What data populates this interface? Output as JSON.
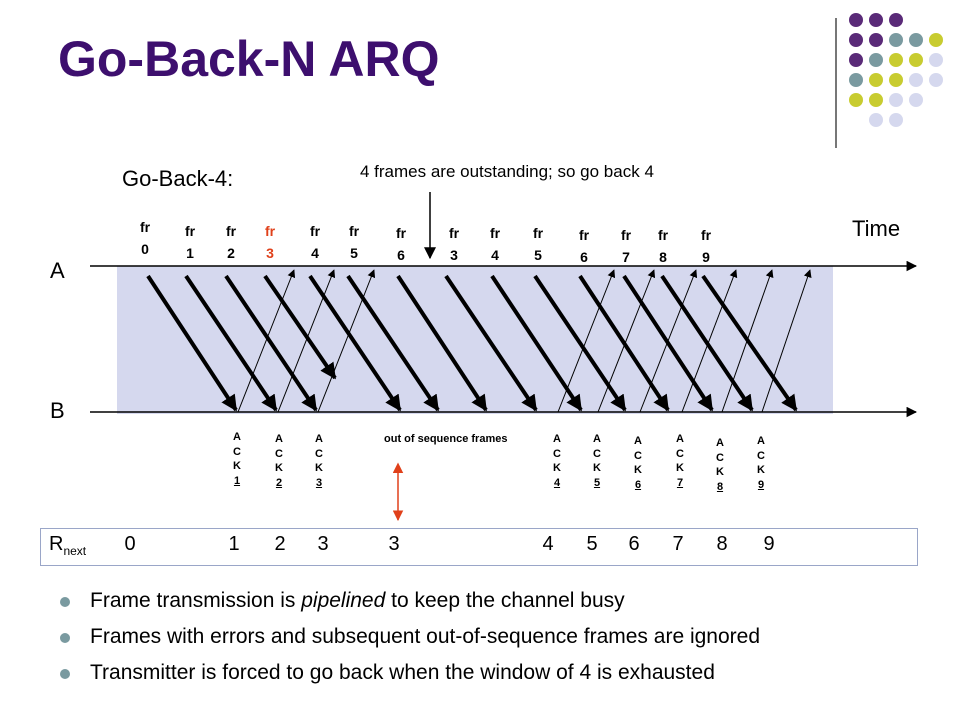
{
  "title": "Go-Back-N ARQ",
  "subtitle": "Go-Back-4:",
  "note": "4 frames are outstanding; so go back 4",
  "time_label": "Time",
  "line_a_label": "A",
  "line_b_label": "B",
  "frames": [
    {
      "prefix": "fr",
      "num": "0",
      "error": false
    },
    {
      "prefix": "fr",
      "num": "1",
      "error": false
    },
    {
      "prefix": "fr",
      "num": "2",
      "error": false
    },
    {
      "prefix": "fr",
      "num": "3",
      "error": true
    },
    {
      "prefix": "fr",
      "num": "4",
      "error": false
    },
    {
      "prefix": "fr",
      "num": "5",
      "error": false
    },
    {
      "prefix": "fr",
      "num": "6",
      "error": false
    },
    {
      "prefix": "fr",
      "num": "3",
      "error": false
    },
    {
      "prefix": "fr",
      "num": "4",
      "error": false
    },
    {
      "prefix": "fr",
      "num": "5",
      "error": false
    },
    {
      "prefix": "fr",
      "num": "6",
      "error": false
    },
    {
      "prefix": "fr",
      "num": "7",
      "error": false
    },
    {
      "prefix": "fr",
      "num": "8",
      "error": false
    },
    {
      "prefix": "fr",
      "num": "9",
      "error": false
    }
  ],
  "acks": [
    {
      "letters": "ACK",
      "num": "1"
    },
    {
      "letters": "ACK",
      "num": "2"
    },
    {
      "letters": "ACK",
      "num": "3"
    },
    {
      "letters": "ACK",
      "num": "4"
    },
    {
      "letters": "ACK",
      "num": "5"
    },
    {
      "letters": "ACK",
      "num": "6"
    },
    {
      "letters": "ACK",
      "num": "7"
    },
    {
      "letters": "ACK",
      "num": "8"
    },
    {
      "letters": "ACK",
      "num": "9"
    }
  ],
  "out_of_sequence_label": "out of sequence frames",
  "rnext": {
    "label_main": "R",
    "label_sub": "next",
    "values": [
      "0",
      "1",
      "2",
      "3",
      "3",
      "4",
      "5",
      "6",
      "7",
      "8",
      "9"
    ]
  },
  "bullets": [
    {
      "before": "Frame transmission is ",
      "em": "pipelined",
      "after": " to keep the channel busy"
    },
    {
      "before": "Frames with errors and subsequent out-of-sequence frames are ignored",
      "em": "",
      "after": ""
    },
    {
      "before": "Transmitter is forced to go back when the window of 4 is exhausted",
      "em": "",
      "after": ""
    }
  ],
  "colors": {
    "title": "#3d0f6e",
    "channel_fill": "#d5d8ee",
    "error_frame": "#e0401a",
    "marker_arrow": "#e0401a",
    "dot_purple": "#5a2a78",
    "dot_teal": "#7a9aa0",
    "dot_yellow": "#c8cc30",
    "dot_lavender": "#d5d8ee"
  }
}
